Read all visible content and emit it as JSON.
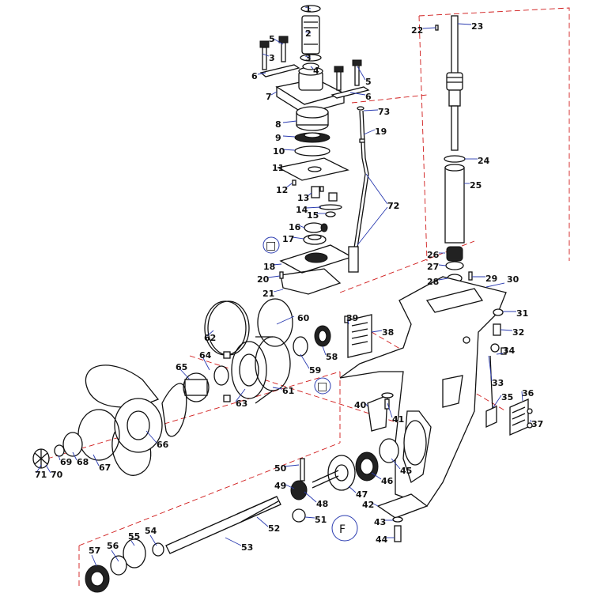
{
  "labels": [
    "1",
    "2",
    "3",
    "3",
    "4",
    "5",
    "5",
    "6",
    "6",
    "7",
    "8",
    "9",
    "10",
    "11",
    "12",
    "13",
    "14",
    "15",
    "16",
    "17",
    "18",
    "19",
    "20",
    "21",
    "22",
    "23",
    "24",
    "25",
    "26",
    "27",
    "28",
    "29",
    "30",
    "31",
    "32",
    "33",
    "34",
    "35",
    "36",
    "37",
    "38",
    "39",
    "40",
    "41",
    "42",
    "43",
    "44",
    "45",
    "46",
    "47",
    "48",
    "49",
    "50",
    "51",
    "52",
    "53",
    "54",
    "55",
    "56",
    "57",
    "58",
    "59",
    "60",
    "61",
    "62",
    "63",
    "64",
    "65",
    "66",
    "67",
    "68",
    "69",
    "70",
    "71",
    "72",
    "72",
    "73"
  ],
  "notes": {
    "seal_kit_mark": "□",
    "pin_mark": "F"
  },
  "colors": {
    "leader": "#2a3bb0",
    "dashed_guide": "#d01a1a",
    "line": "#111111"
  }
}
